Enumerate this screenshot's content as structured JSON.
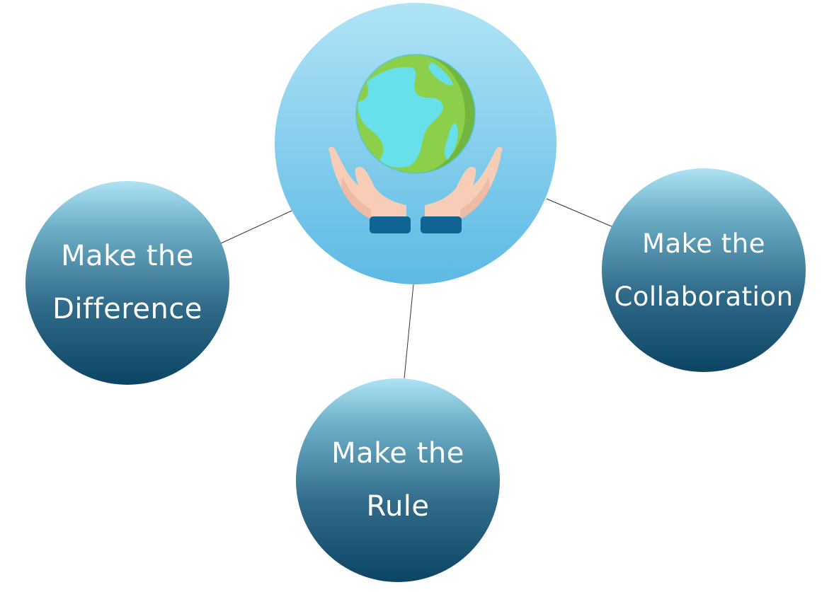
{
  "hub": {
    "icon": "globe-in-hands-icon"
  },
  "nodes": [
    {
      "id": "difference",
      "line1": "Make the",
      "line2": "Difference"
    },
    {
      "id": "collaboration",
      "line1": "Make the",
      "line2": "Collaboration"
    },
    {
      "id": "rule",
      "line1": "Make the",
      "line2": "Rule"
    }
  ],
  "colors": {
    "hub_top": "#b0e4f6",
    "hub_bottom": "#5db9e4",
    "node_top": "#aee3f4",
    "node_bottom": "#0c4563",
    "ocean": "#67e0e9",
    "land": "#8ccf4a",
    "hand": "#f7cdb8",
    "cuff": "#0f6494",
    "connector": "#333333",
    "label_text": "#ffffff"
  }
}
